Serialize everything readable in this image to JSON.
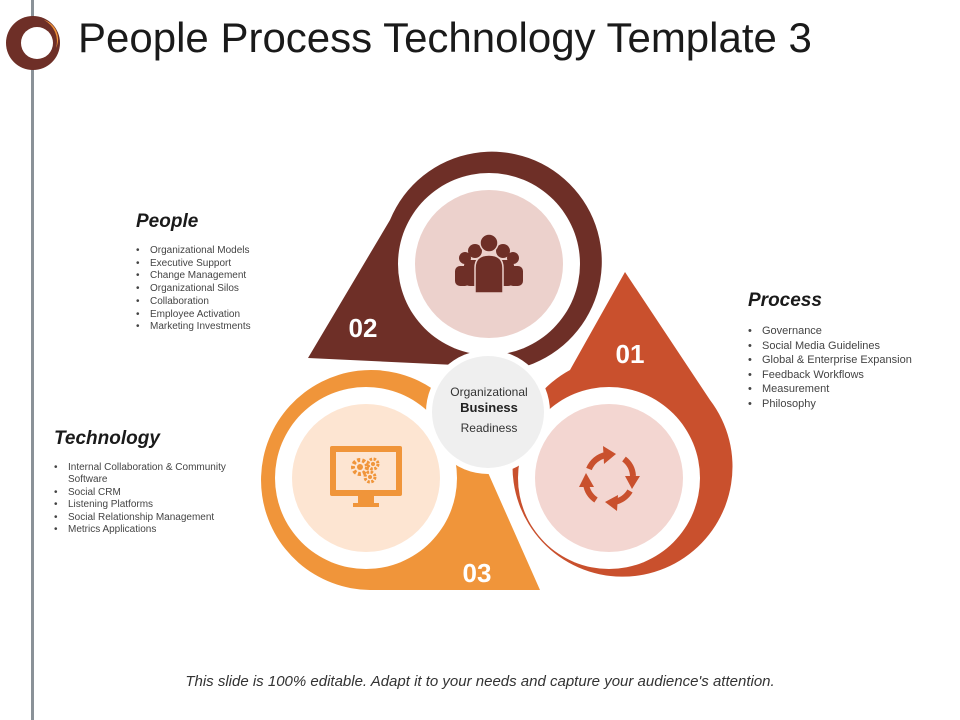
{
  "title": "People Process Technology Template 3",
  "colors": {
    "people": "#6e2f27",
    "process": "#c9502d",
    "technology": "#f0953a",
    "people_fill": "#ecd1cc",
    "process_fill": "#f3d6d1",
    "technology_fill": "#fde5d2",
    "center": "#efefef"
  },
  "people": {
    "heading": "People",
    "items": [
      "Organizational Models",
      "Executive Support",
      "Change Management",
      "Organizational Silos",
      "Collaboration",
      "Employee Activation",
      "Marketing Investments"
    ]
  },
  "process": {
    "heading": "Process",
    "items": [
      "Governance",
      "Social Media Guidelines",
      "Global & Enterprise Expansion",
      "Feedback Workflows",
      "Measurement",
      "Philosophy"
    ]
  },
  "technology": {
    "heading": "Technology",
    "items": [
      "Internal Collaboration & Community Software",
      "Social CRM",
      "Listening Platforms",
      "Social Relationship Management",
      "Metrics Applications"
    ]
  },
  "center": {
    "line1": "Organizational",
    "line2": "Business",
    "line3": "Readiness"
  },
  "numbers": {
    "people": "02",
    "process": "01",
    "technology": "03"
  },
  "icons": {
    "people": "group-icon",
    "process": "cycle-arrows-icon",
    "technology": "monitor-gears-icon",
    "logo": "ring-logo-icon"
  },
  "footer": "This slide is 100% editable. Adapt it to your needs and capture your audience's attention."
}
